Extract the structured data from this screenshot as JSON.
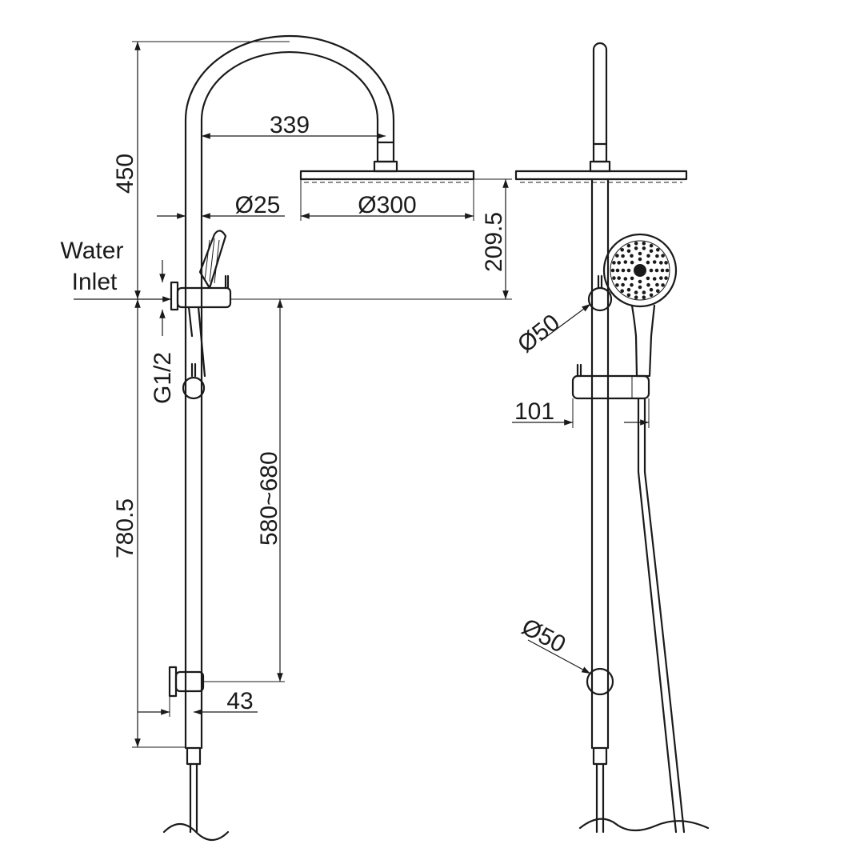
{
  "dimensions": {
    "arm_height": "450",
    "arm_reach": "339",
    "rail_diameter": "Ø25",
    "head_diameter": "Ø300",
    "head_drop": "209.5",
    "inlet_label_line1": "Water",
    "inlet_label_line2": "Inlet",
    "inlet_thread": "G1/2",
    "rail_length": "780.5",
    "slide_range": "580~680",
    "wall_offset": "43",
    "bracket_upper": "Ø50",
    "holder_depth": "101",
    "bracket_lower": "Ø50"
  }
}
